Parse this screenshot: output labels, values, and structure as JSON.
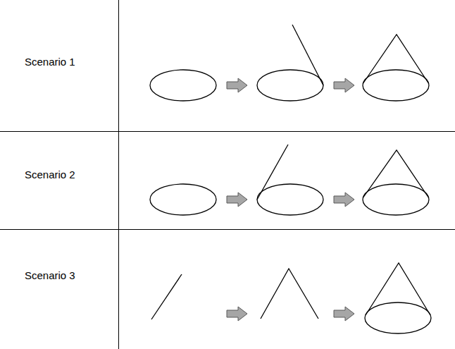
{
  "diagram": {
    "labels": [
      "Scenario 1",
      "Scenario 2",
      "Scenario 3"
    ]
  }
}
